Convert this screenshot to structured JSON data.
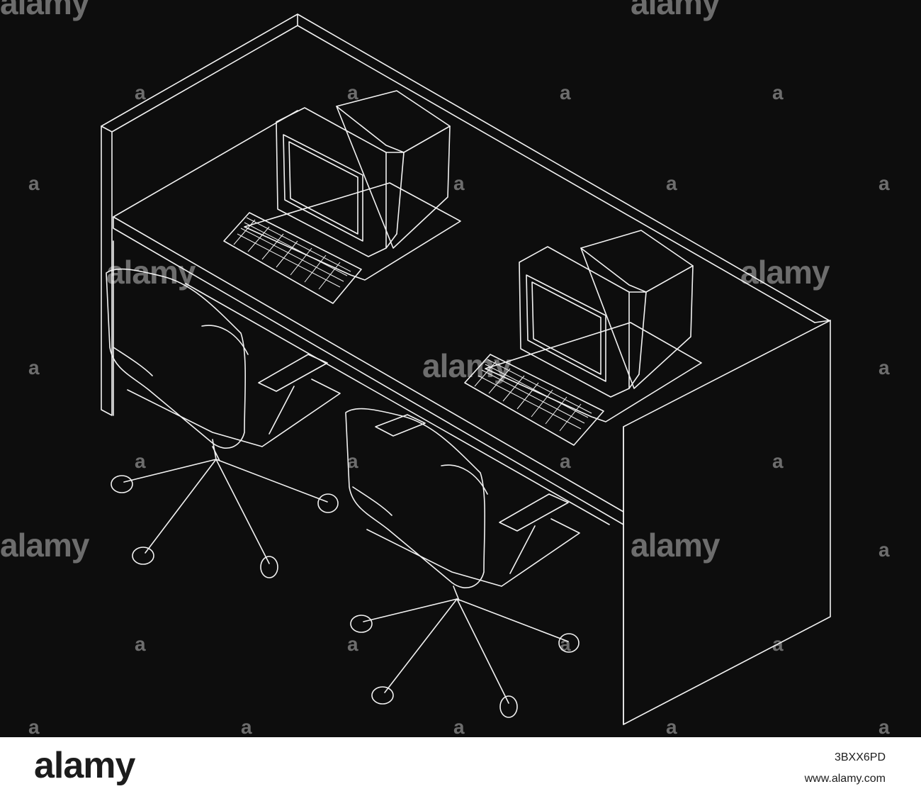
{
  "watermark": {
    "word": "alamy",
    "icon": "a"
  },
  "footer": {
    "brand": "alamy",
    "image_id": "3BXX6PD",
    "site": "www.alamy.com"
  },
  "colors": {
    "background": "#0d0d0d",
    "lines": "#f2f2f2",
    "footer_bg": "#ffffff"
  }
}
